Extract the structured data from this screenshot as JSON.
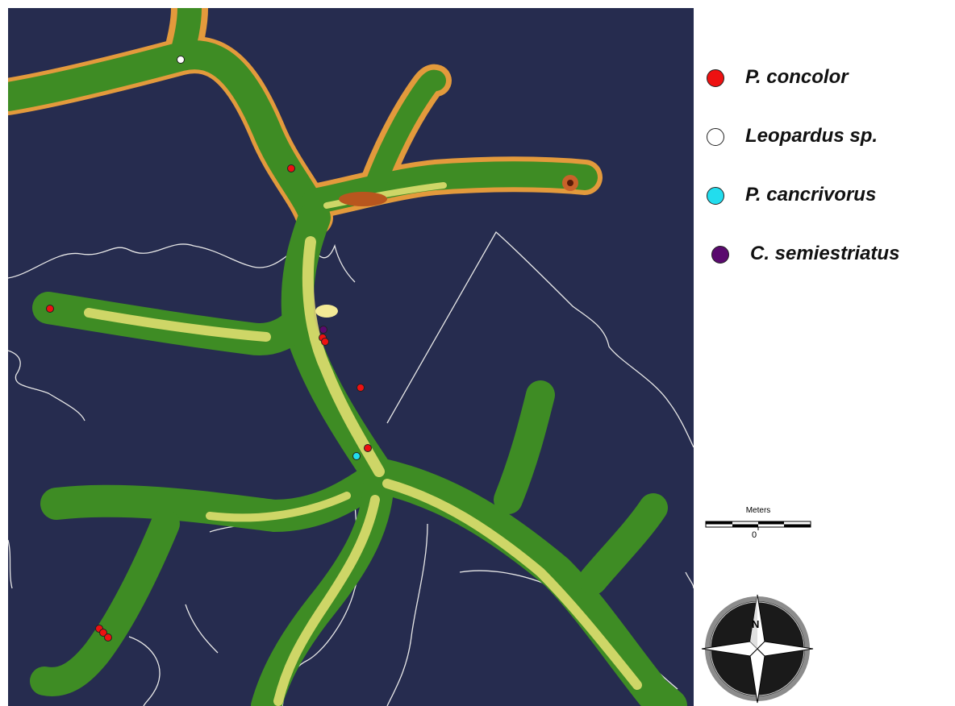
{
  "legend": {
    "items": [
      {
        "label": "P. concolor",
        "color": "#ee1111"
      },
      {
        "label": "Leopardus sp.",
        "color": "#ffffff"
      },
      {
        "label": "P. cancrivorus",
        "color": "#22ddee"
      },
      {
        "label": "C. semiestriatus",
        "color": "#5a0a6e"
      }
    ]
  },
  "scale_bar": {
    "unit_label": "Meters",
    "zero_label": "0"
  },
  "north_arrow": {
    "letter": "N"
  },
  "map": {
    "background_color": "#262c4f",
    "boundary_color": "#e8e8e8",
    "corridor_colors": [
      "#2e7d1e",
      "#f2ea7a",
      "#e39a3c",
      "#8a3c10"
    ]
  }
}
